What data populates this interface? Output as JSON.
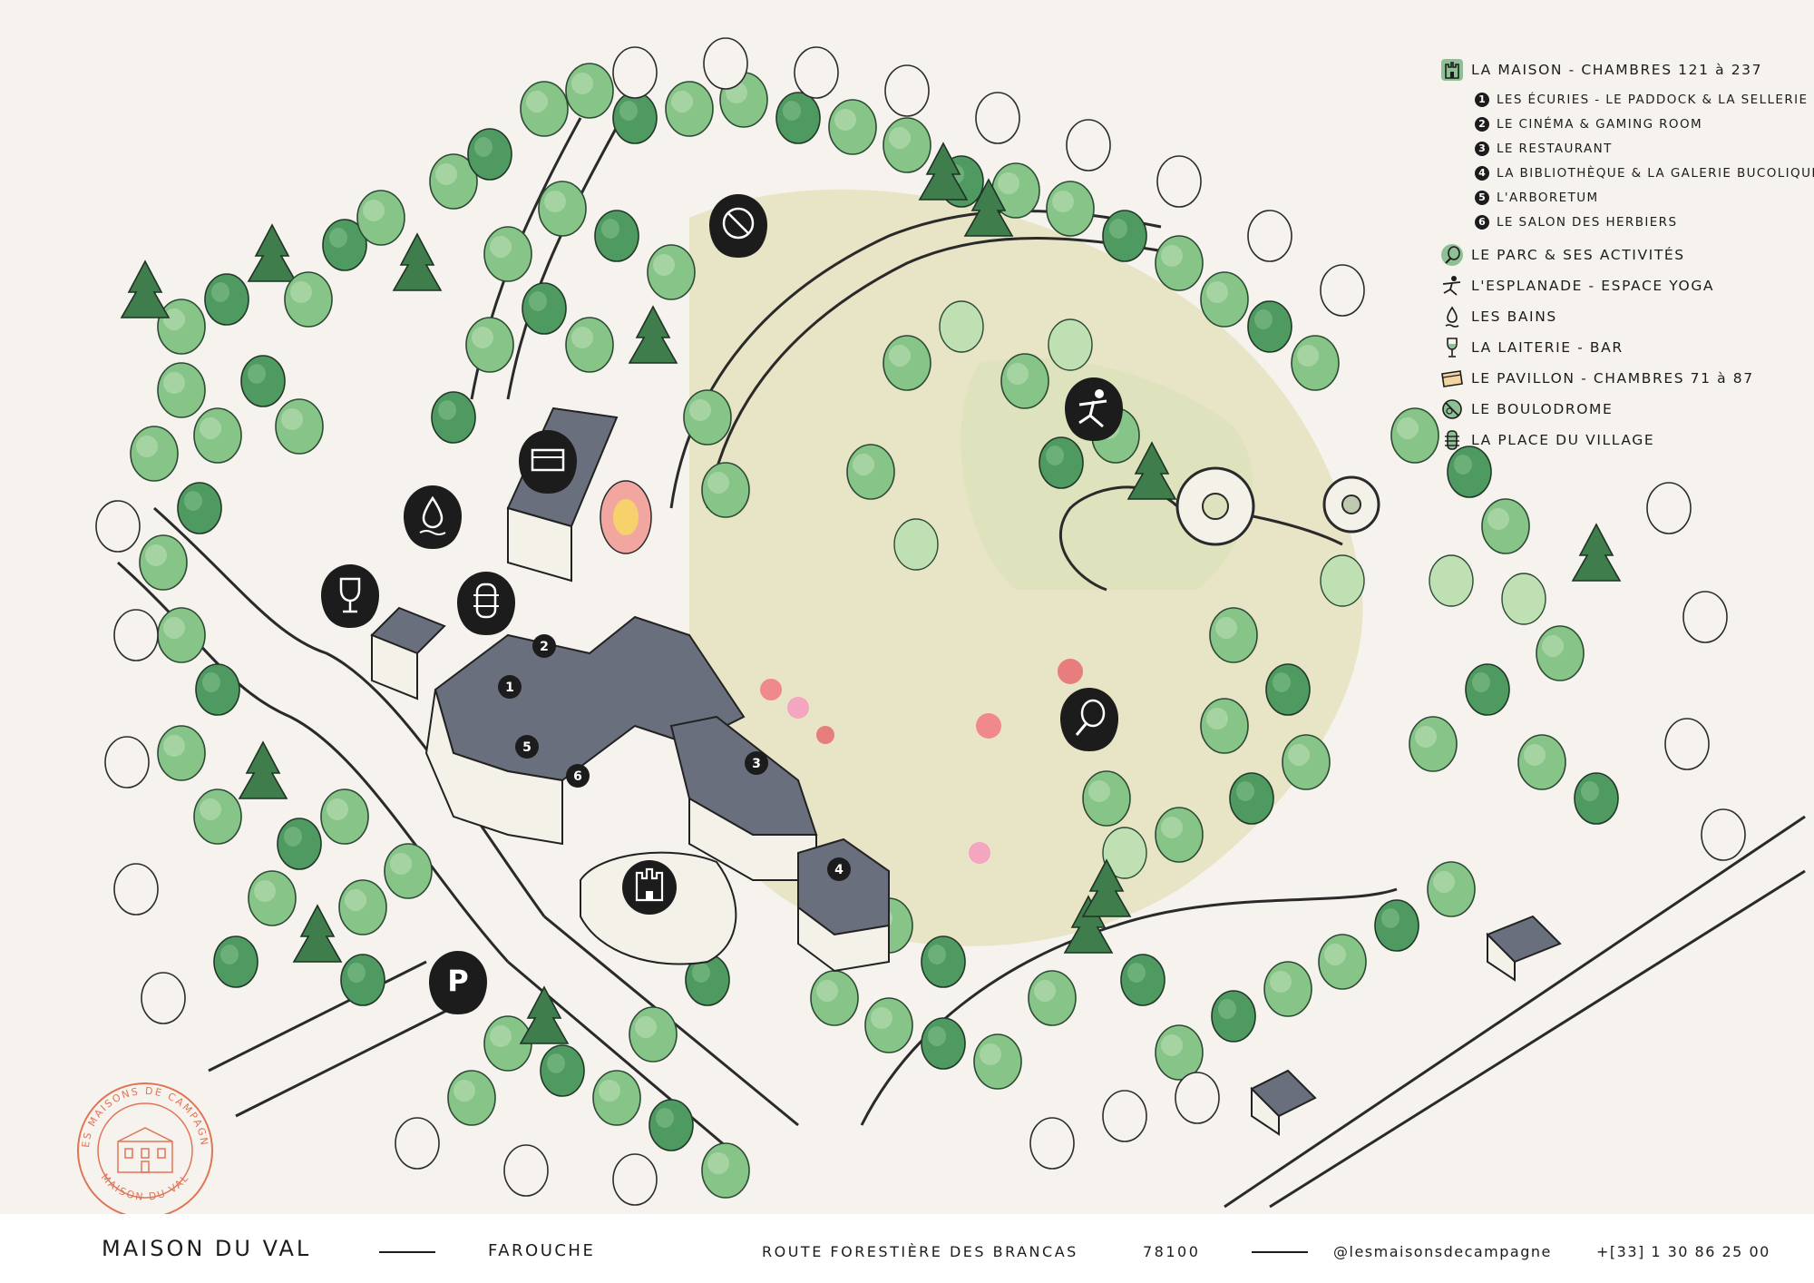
{
  "legend": {
    "maison": "LA MAISON - CHAMBRES 121 à 237",
    "maison_items": [
      {
        "num": "1",
        "label": "LES ÉCURIES - LE PADDOCK & LA SELLERIE"
      },
      {
        "num": "2",
        "label": "LE CINÉMA & GAMING ROOM"
      },
      {
        "num": "3",
        "label": "LE RESTAURANT"
      },
      {
        "num": "4",
        "label": "LA BIBLIOTHÈQUE & LA GALERIE BUCOLIQUE"
      },
      {
        "num": "5",
        "label": "L'ARBORETUM"
      },
      {
        "num": "6",
        "label": "LE SALON DES HERBIERS"
      }
    ],
    "others": [
      {
        "icon": "tennis-icon",
        "label": "LE PARC & SES ACTIVITÉS"
      },
      {
        "icon": "yoga-icon",
        "label": "L'ESPLANADE - ESPACE YOGA"
      },
      {
        "icon": "water-drop-icon",
        "label": "LES BAINS"
      },
      {
        "icon": "wine-glass-icon",
        "label": "LA LAITERIE - BAR"
      },
      {
        "icon": "pavilion-icon",
        "label": "LE PAVILLON - CHAMBRES 71 à 87"
      },
      {
        "icon": "boules-icon",
        "label": "LE BOULODROME"
      },
      {
        "icon": "lantern-icon",
        "label": "LA PLACE DU VILLAGE"
      }
    ]
  },
  "map": {
    "parking_label": "P",
    "building_numbers": [
      "1",
      "2",
      "3",
      "4",
      "5",
      "6"
    ]
  },
  "footer": {
    "name": "MAISON DU VAL",
    "village": "FAROUCHE",
    "address": "ROUTE FORESTIÈRE DES BRANCAS",
    "postcode": "78100",
    "social": "@lesmaisonsdecampagne",
    "phone": "+[33] 1 30 86 25 00"
  },
  "stamp": {
    "text_top": "LES MAISONS DE CAMPAGNE",
    "text_bottom": "MAISON DU VAL"
  },
  "colors": {
    "tree_light": "#9bcf98",
    "tree_mid": "#6fb574",
    "tree_dark": "#3f8a52",
    "lawn": "#e6e3c4",
    "path": "#f4f1e9",
    "roof": "#5d6272",
    "stamp": "#e07556",
    "pin": "#1c1c1c"
  }
}
